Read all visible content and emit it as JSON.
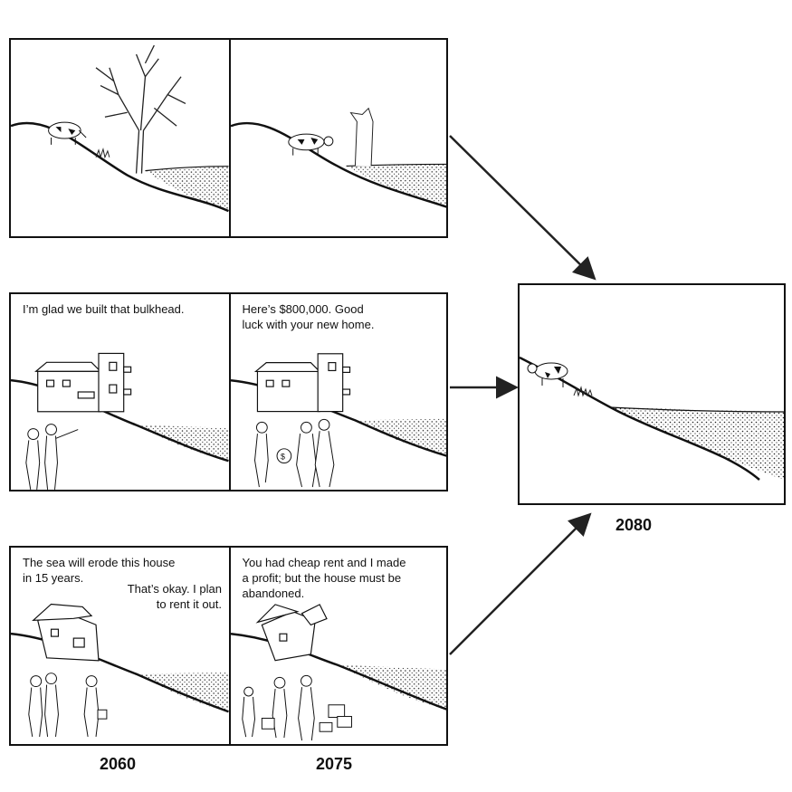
{
  "rows": [
    {
      "left": {
        "caption": ""
      },
      "right": {
        "caption": ""
      }
    },
    {
      "left": {
        "caption": "I’m glad we built that bulkhead."
      },
      "right": {
        "caption": "Here’s $800,000.  Good luck with your new home."
      }
    },
    {
      "left": {
        "caption": "The sea will erode this house in 15 years.",
        "reply": "That’s okay. I plan to rent it out."
      },
      "right": {
        "caption": "You had cheap rent and I made a profit; but the house must be abandoned."
      }
    }
  ],
  "years": {
    "col1": "2060",
    "col2": "2075",
    "final": "2080"
  }
}
